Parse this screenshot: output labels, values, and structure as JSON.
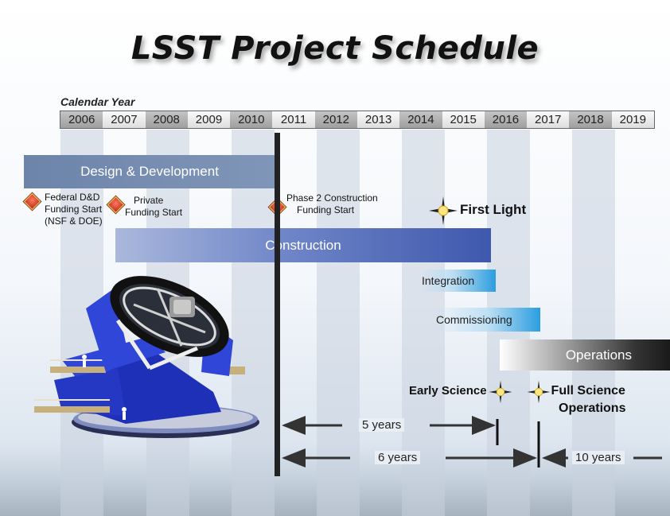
{
  "title": "LSST Project Schedule",
  "calendar_label": "Calendar Year",
  "years": [
    "2006",
    "2007",
    "2008",
    "2009",
    "2010",
    "2011",
    "2012",
    "2013",
    "2014",
    "2015",
    "2016",
    "2017",
    "2018",
    "2019"
  ],
  "bars": {
    "design": "Design & Development",
    "construction": "Construction",
    "integration": "Integration",
    "commissioning": "Commissioning",
    "operations": "Operations"
  },
  "milestones": {
    "federal": [
      "Federal D&D",
      "Funding Start",
      "(NSF & DOE)"
    ],
    "private": [
      "Private",
      "Funding Start"
    ],
    "phase2": [
      "Phase 2 Construction",
      "Funding Start"
    ],
    "first_light": "First Light",
    "early_science": "Early Science",
    "full_science": [
      "Full Science",
      "Operations"
    ]
  },
  "durations": {
    "five": "5 years",
    "six": "6 years",
    "ten": "10 years"
  },
  "colors": {
    "design": "#7890b4",
    "construction": "#3e58ad",
    "integration": "#2b9ee0",
    "commissioning": "#2b9ee0",
    "operations": "#1a1a1a",
    "telescope": "#2f46d8"
  }
}
